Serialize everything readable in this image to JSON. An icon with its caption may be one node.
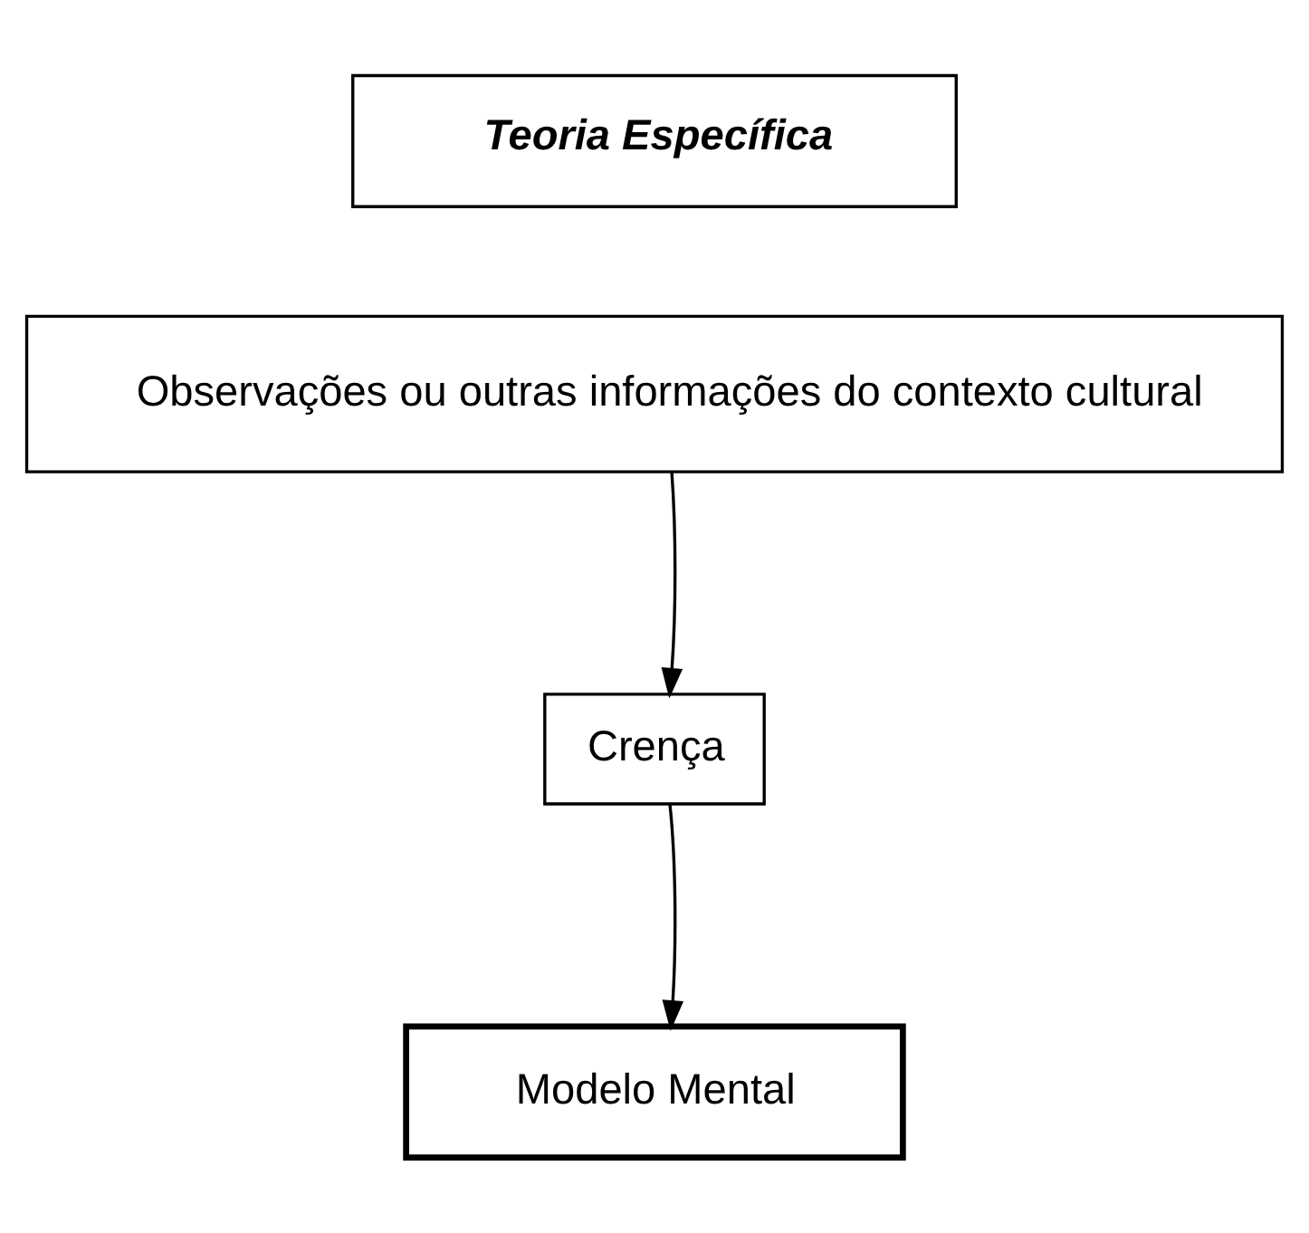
{
  "diagram": {
    "nodes": [
      {
        "text": [
          "Teoria Específica"
        ]
      },
      {
        "text": [
          "Observações ou outras informações do contexto cultural"
        ]
      },
      {
        "text": [
          "Crença"
        ]
      },
      {
        "text": [
          "Modelo Mental"
        ]
      }
    ],
    "edges": [
      {
        "from": 1,
        "to": 2,
        "arrow": "to"
      },
      {
        "from": 2,
        "to": 3,
        "arrow": "to"
      }
    ]
  }
}
